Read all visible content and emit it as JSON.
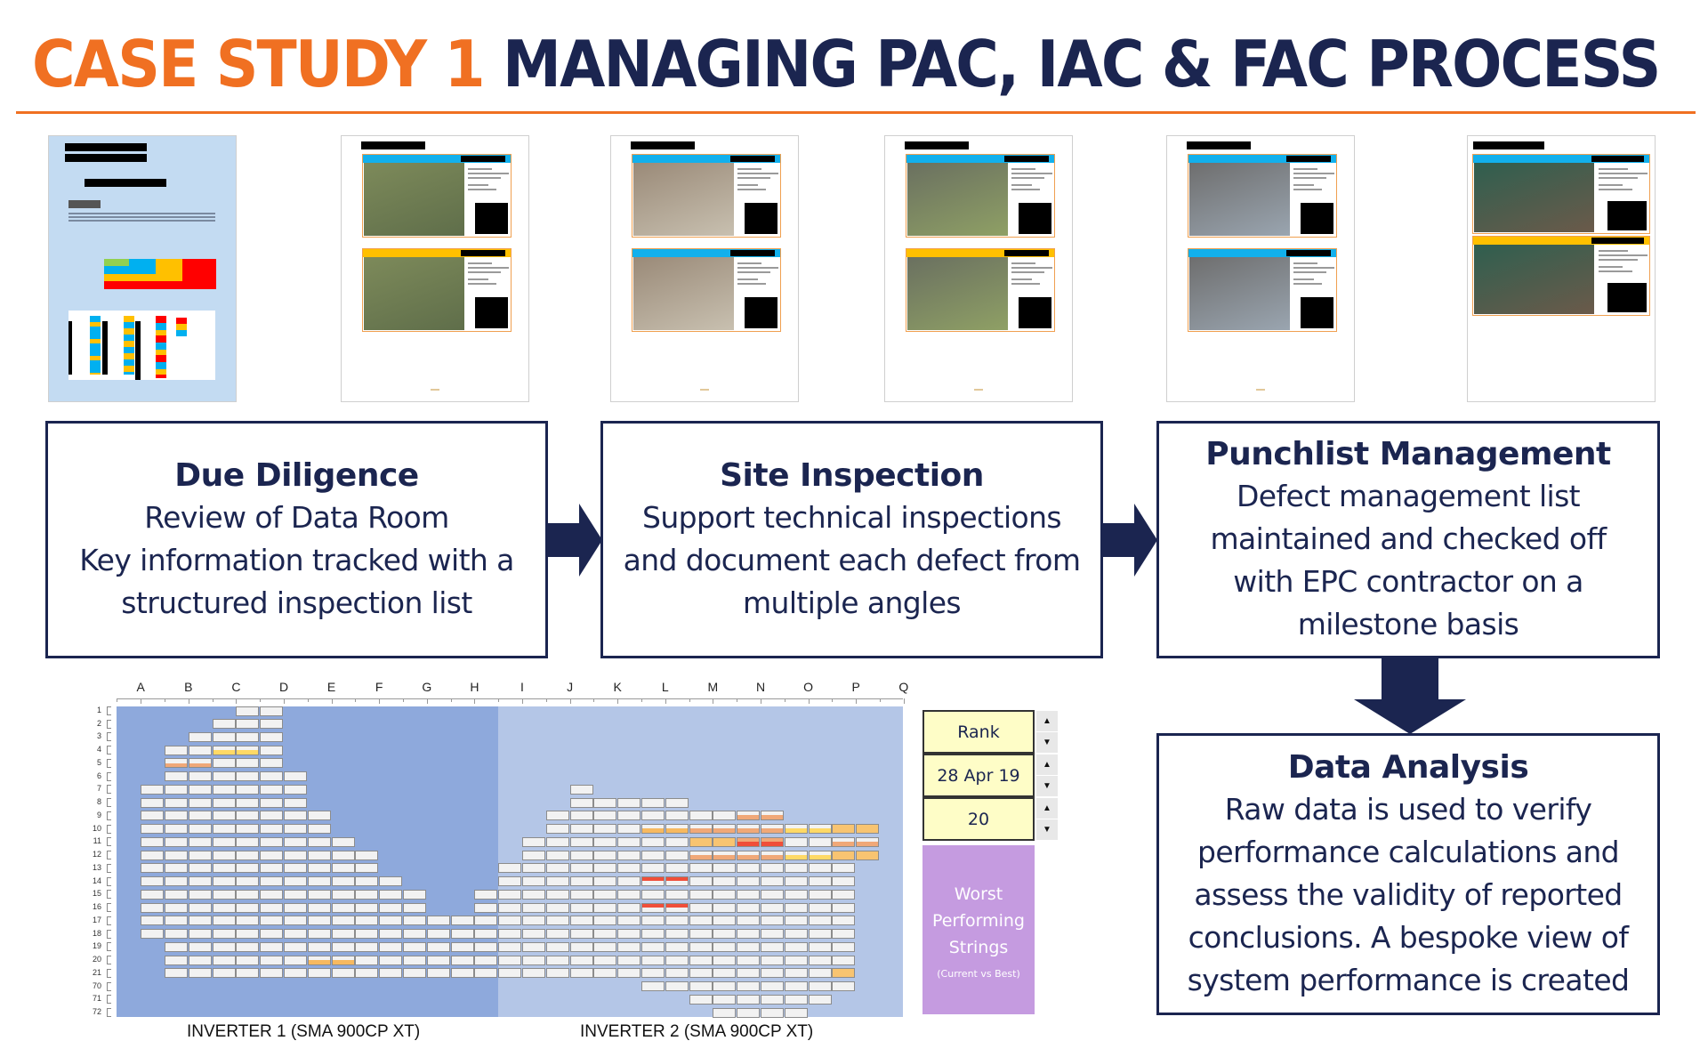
{
  "header": {
    "title_lead": "CASE STUDY 1",
    "title_rest": "MANAGING PAC, IAC & FAC PROCESS"
  },
  "colors": {
    "accent_orange": "#f07022",
    "navy": "#1b2550",
    "inverter1_bg": "#8ea9dc",
    "inverter2_bg": "#b4c6e7",
    "cell_normal": "#f2f2f2",
    "cell_yellow": "#ffd966",
    "cell_orange": "#f8c471",
    "cell_salmon": "#f0a878",
    "cell_red": "#f04e3a",
    "cell_lightorange": "#f7b960",
    "control_yellow": "#fefdc7",
    "panel_purple": "#c59be0"
  },
  "thumbnails": [
    {
      "kind": "dd-report",
      "sections": []
    },
    {
      "kind": "inspection-page",
      "sections": [
        {
          "bar": "blue"
        },
        {
          "bar": "yellow"
        }
      ]
    },
    {
      "kind": "inspection-page",
      "sections": [
        {
          "bar": "blue"
        },
        {
          "bar": "blue"
        }
      ]
    },
    {
      "kind": "inspection-page",
      "sections": [
        {
          "bar": "blue"
        },
        {
          "bar": "yellow"
        }
      ]
    },
    {
      "kind": "inspection-page",
      "sections": [
        {
          "bar": "blue"
        },
        {
          "bar": "blue"
        }
      ]
    },
    {
      "kind": "punchlist-page",
      "sections": [
        {
          "bar": "blue"
        },
        {
          "bar": "yellow"
        }
      ]
    }
  ],
  "steps": {
    "due_diligence": {
      "title": "Due Diligence",
      "lines": [
        "Review of Data Room",
        "Key information tracked with a",
        "structured inspection list"
      ]
    },
    "site_inspection": {
      "title": "Site Inspection",
      "lines": [
        "Support technical inspections",
        "and document each defect from",
        "multiple angles"
      ]
    },
    "punchlist": {
      "title": "Punchlist Management",
      "lines": [
        "Defect management list",
        "maintained and checked off",
        "with EPC contractor on a",
        "milestone basis"
      ]
    },
    "data_analysis": {
      "title": "Data Analysis",
      "lines": [
        "Raw data is used to verify",
        "performance calculations and",
        "assess the validity of reported",
        "conclusions. A bespoke view of",
        "system performance is created"
      ]
    }
  },
  "string_map": {
    "column_letters": [
      "A",
      "B",
      "C",
      "D",
      "E",
      "F",
      "G",
      "H",
      "I",
      "J",
      "K",
      "L",
      "M",
      "N",
      "O",
      "P",
      "Q"
    ],
    "row_labels": [
      "1",
      "2",
      "3",
      "4",
      "5",
      "6",
      "7",
      "8",
      "9",
      "10",
      "11",
      "12",
      "13",
      "14",
      "15",
      "16",
      "17",
      "18",
      "19",
      "20",
      "21",
      "70",
      "71",
      "72"
    ],
    "rows": [
      {
        "label": "1",
        "ranges": [
          [
            5,
            6
          ]
        ]
      },
      {
        "label": "2",
        "ranges": [
          [
            4,
            6
          ]
        ]
      },
      {
        "label": "3",
        "ranges": [
          [
            3,
            6
          ]
        ]
      },
      {
        "label": "4",
        "ranges": [
          [
            2,
            6
          ]
        ]
      },
      {
        "label": "5",
        "ranges": [
          [
            2,
            6
          ]
        ]
      },
      {
        "label": "6",
        "ranges": [
          [
            2,
            7
          ]
        ]
      },
      {
        "label": "7",
        "ranges": [
          [
            1,
            7
          ],
          [
            19,
            19
          ]
        ]
      },
      {
        "label": "8",
        "ranges": [
          [
            1,
            7
          ],
          [
            19,
            23
          ]
        ]
      },
      {
        "label": "9",
        "ranges": [
          [
            1,
            8
          ],
          [
            18,
            27
          ]
        ]
      },
      {
        "label": "10",
        "ranges": [
          [
            1,
            8
          ],
          [
            18,
            31
          ]
        ]
      },
      {
        "label": "11",
        "ranges": [
          [
            1,
            9
          ],
          [
            17,
            31
          ]
        ]
      },
      {
        "label": "12",
        "ranges": [
          [
            1,
            10
          ],
          [
            17,
            31
          ]
        ]
      },
      {
        "label": "13",
        "ranges": [
          [
            1,
            10
          ],
          [
            16,
            30
          ]
        ]
      },
      {
        "label": "14",
        "ranges": [
          [
            1,
            11
          ],
          [
            16,
            30
          ]
        ]
      },
      {
        "label": "15",
        "ranges": [
          [
            1,
            12
          ],
          [
            15,
            30
          ]
        ]
      },
      {
        "label": "16",
        "ranges": [
          [
            1,
            12
          ],
          [
            15,
            30
          ]
        ]
      },
      {
        "label": "17",
        "ranges": [
          [
            1,
            30
          ]
        ]
      },
      {
        "label": "18",
        "ranges": [
          [
            1,
            30
          ]
        ]
      },
      {
        "label": "19",
        "ranges": [
          [
            2,
            30
          ]
        ]
      },
      {
        "label": "20",
        "ranges": [
          [
            2,
            30
          ]
        ]
      },
      {
        "label": "21",
        "ranges": [
          [
            2,
            30
          ]
        ]
      },
      {
        "label": "70",
        "ranges": [
          [
            22,
            30
          ]
        ]
      },
      {
        "label": "71",
        "ranges": [
          [
            24,
            29
          ]
        ]
      },
      {
        "label": "72",
        "ranges": [
          [
            25,
            28
          ]
        ]
      }
    ],
    "highlights": [
      {
        "row": "4",
        "cells": [
          4,
          5
        ],
        "color": "cell_yellow",
        "part": "bottom"
      },
      {
        "row": "5",
        "cells": [
          2,
          3
        ],
        "color": "cell_salmon",
        "part": "bottom"
      },
      {
        "row": "20",
        "cells": [
          8,
          9
        ],
        "color": "cell_lightorange",
        "part": "bottom"
      },
      {
        "row": "9",
        "cells": [
          26,
          27
        ],
        "color": "cell_salmon",
        "part": "bottom"
      },
      {
        "row": "10",
        "cells": [
          22,
          23
        ],
        "color": "cell_lightorange",
        "part": "bottom"
      },
      {
        "row": "10",
        "cells": [
          24,
          25,
          26,
          27
        ],
        "color": "cell_salmon",
        "part": "bottom"
      },
      {
        "row": "10",
        "cells": [
          28,
          29
        ],
        "color": "cell_yellow",
        "part": "bottom"
      },
      {
        "row": "10",
        "cells": [
          30,
          31
        ],
        "color": "cell_orange",
        "part": "full"
      },
      {
        "row": "11",
        "cells": [
          24,
          25
        ],
        "color": "cell_orange",
        "part": "full"
      },
      {
        "row": "11",
        "cells": [
          26,
          27
        ],
        "color": "cell_red",
        "part": "bottom-on-salmon"
      },
      {
        "row": "11",
        "cells": [
          30,
          31
        ],
        "color": "cell_salmon",
        "part": "bottom"
      },
      {
        "row": "12",
        "cells": [
          24,
          25,
          26,
          27
        ],
        "color": "cell_salmon",
        "part": "bottom"
      },
      {
        "row": "12",
        "cells": [
          28,
          29
        ],
        "color": "cell_yellow",
        "part": "bottom"
      },
      {
        "row": "12",
        "cells": [
          30,
          31
        ],
        "color": "cell_orange",
        "part": "full"
      },
      {
        "row": "14",
        "cells": [
          22,
          23
        ],
        "color": "cell_red",
        "part": "top"
      },
      {
        "row": "16",
        "cells": [
          22,
          23
        ],
        "color": "cell_red",
        "part": "top"
      },
      {
        "row": "21",
        "cells": [
          30
        ],
        "color": "cell_orange",
        "part": "full"
      }
    ],
    "captions": {
      "inverter1": "INVERTER 1 (SMA 900CP XT)",
      "inverter2": "INVERTER 2 (SMA 900CP XT)"
    }
  },
  "controls": {
    "metric": "Rank",
    "date": "28 Apr 19",
    "count": "20",
    "spin_up": "▲",
    "spin_down": "▼",
    "panel_title": [
      "Worst",
      "Performing",
      "Strings"
    ],
    "panel_subtitle": "(Current vs Best)"
  }
}
